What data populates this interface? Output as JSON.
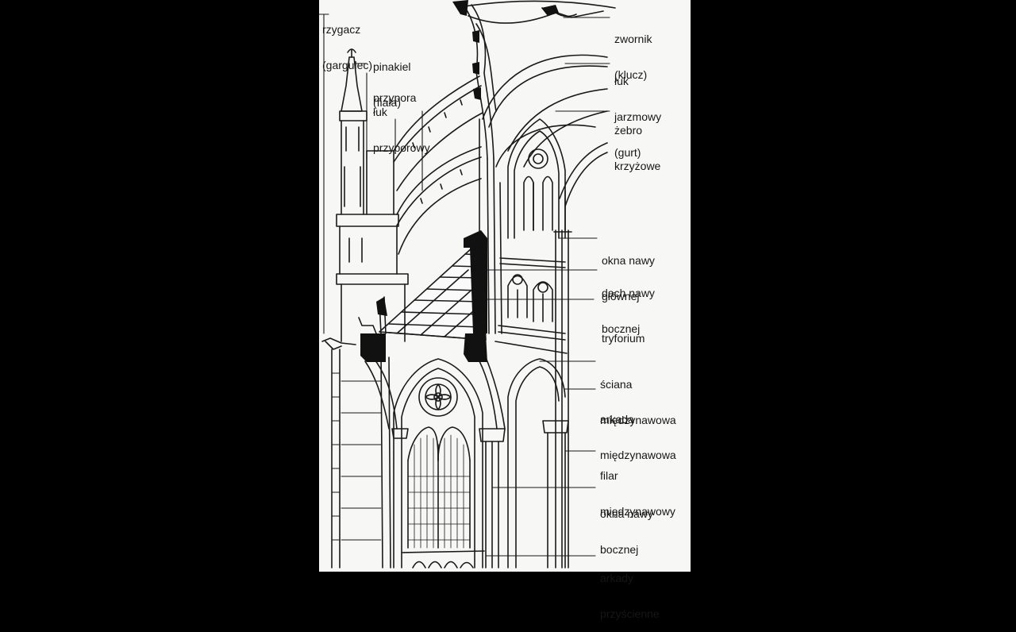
{
  "labels": {
    "rzygacz": [
      "rzygacz",
      "(gargulec)"
    ],
    "pinakiel": [
      "pinakiel",
      "(fiala)"
    ],
    "przypora": [
      "przypora"
    ],
    "luk_przyporowy": [
      "łuk",
      "przyporowy"
    ],
    "zwornik": [
      "zwornik",
      "(klucz)"
    ],
    "luk_jarzmowy": [
      "łuk",
      "jarzmowy",
      "(gurt)"
    ],
    "zebro": [
      "żebro",
      "krzyżowe"
    ],
    "okna_nawy_glownej": [
      "okna nawy",
      "głównej"
    ],
    "dach": [
      "dach nawy",
      "bocznej"
    ],
    "tryforium": [
      "tryforium"
    ],
    "sciana": [
      "ściana",
      "międzynawowa"
    ],
    "arkada": [
      "arkada",
      "międzynawowa"
    ],
    "filar": [
      "filar",
      "międzynawowy"
    ],
    "okna_nawy_bocznej": [
      "okna nawy",
      "bocznej"
    ],
    "arkady": [
      "arkady",
      "przyścienne"
    ]
  }
}
